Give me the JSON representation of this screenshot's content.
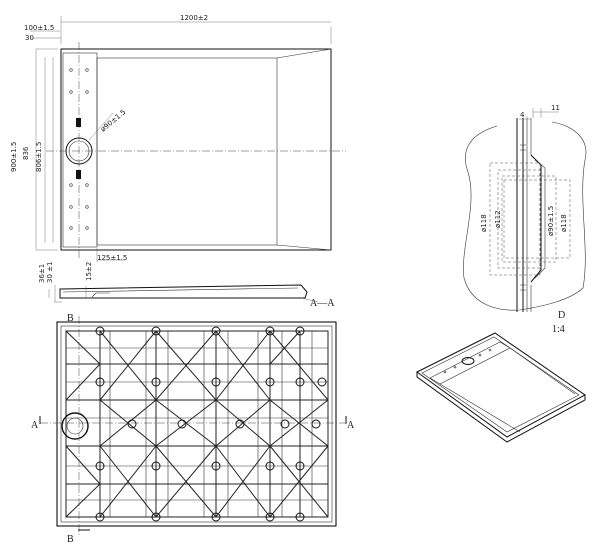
{
  "top_view": {
    "dim_length": "1200±2",
    "dim_offset": "100±1.5",
    "dim_30": "30",
    "dim_width": "900±1.5",
    "dim_836": "836",
    "dim_inner": "806±1.5",
    "dim_drain_diameter": "ø90±1.5",
    "dim_125": "125±1.5"
  },
  "side_view": {
    "dim_36": "36±1",
    "dim_30": "30 ±1",
    "dim_15": "15±2",
    "section_label": "A—A"
  },
  "bottom_view": {
    "section_b_top": "B",
    "section_b_bottom": "B",
    "section_a_left": "A",
    "section_a_right": "A"
  },
  "detail_view": {
    "dim_4": "4",
    "dim_11": "11",
    "dim_118_outer": "ø118",
    "dim_112": "ø112",
    "dim_90": "ø90±1.5",
    "dim_118_right": "ø118",
    "label": "D",
    "scale": "1:4"
  }
}
